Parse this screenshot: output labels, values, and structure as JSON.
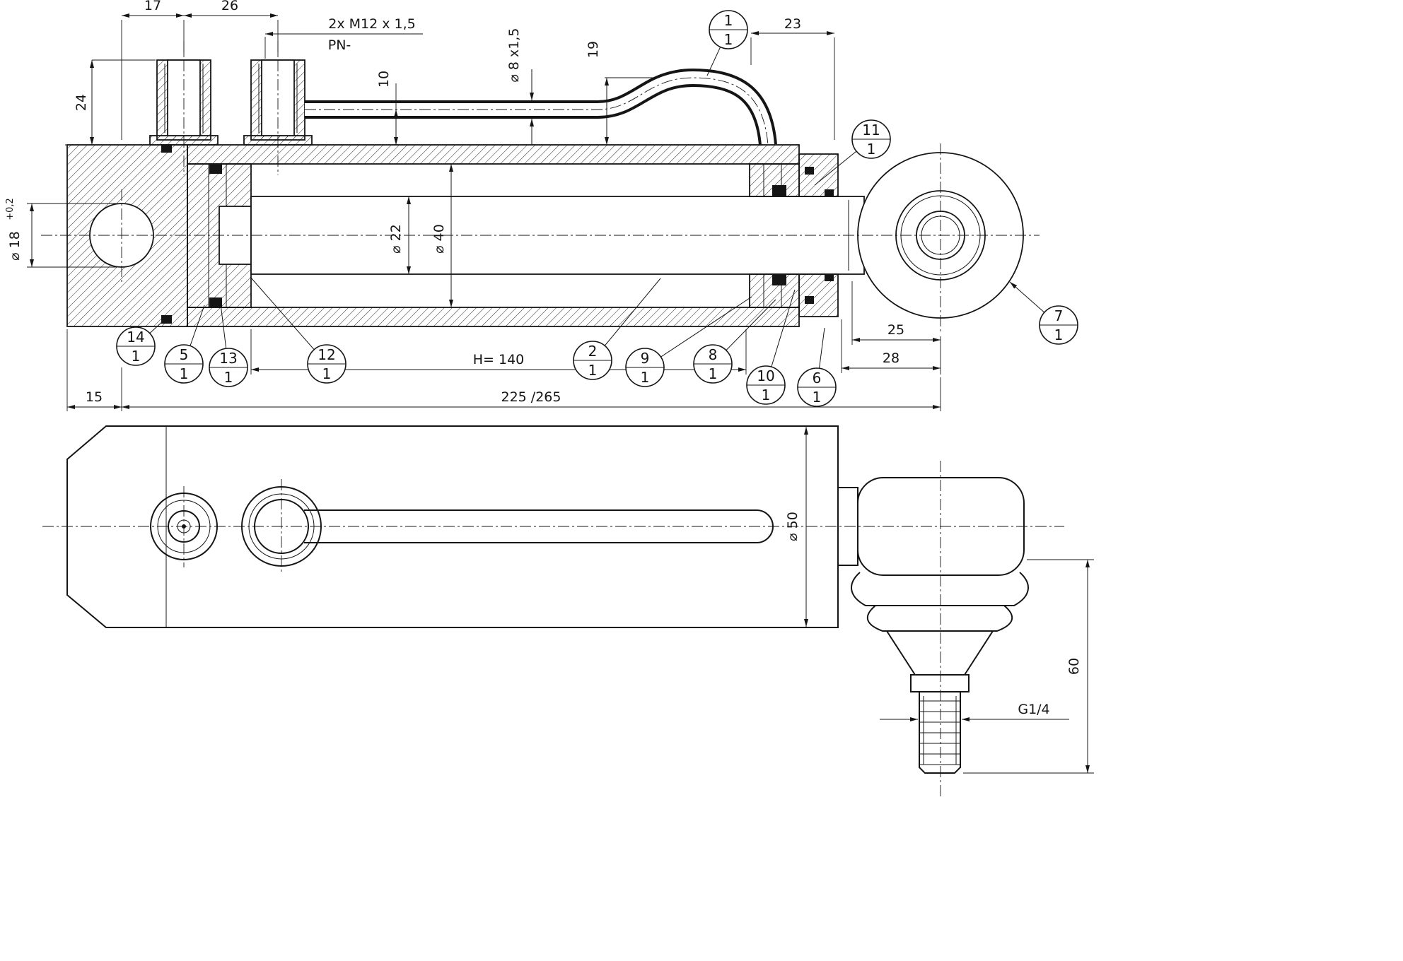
{
  "balloons": [
    {
      "no": "1",
      "qty": "1"
    },
    {
      "no": "11",
      "qty": "1"
    },
    {
      "no": "7",
      "qty": "1"
    },
    {
      "no": "14",
      "qty": "1"
    },
    {
      "no": "5",
      "qty": "1"
    },
    {
      "no": "13",
      "qty": "1"
    },
    {
      "no": "12",
      "qty": "1"
    },
    {
      "no": "2",
      "qty": "1"
    },
    {
      "no": "9",
      "qty": "1"
    },
    {
      "no": "8",
      "qty": "1"
    },
    {
      "no": "10",
      "qty": "1"
    },
    {
      "no": "6",
      "qty": "1"
    }
  ],
  "dims": {
    "d17": "17",
    "d26": "26",
    "d24": "24",
    "thread": "2x M12 x 1,5",
    "pn": "PN-",
    "d10": "10",
    "tube": "⌀ 8 x1,5",
    "d19": "19",
    "d23": "23",
    "d18": "⌀ 18",
    "d18_tol": "+0,2",
    "d22": "⌀ 22",
    "d40": "⌀ 40",
    "stroke": "H= 140",
    "d25": "25",
    "d28": "28",
    "d15": "15",
    "total": "225 /265",
    "d50": "⌀ 50",
    "d60": "60",
    "g14": "G1/4"
  }
}
